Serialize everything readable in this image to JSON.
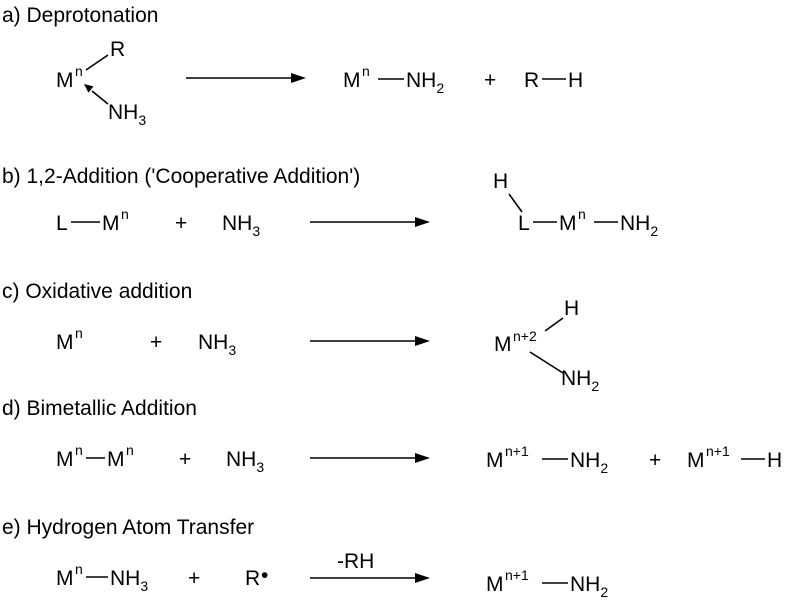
{
  "diagram": {
    "line_color": "#000000",
    "sections": {
      "a": {
        "label": "a) Deprotonation",
        "reactant": {
          "metal": "M",
          "ox": "n",
          "r": "R",
          "nh3": "NH",
          "nh3_sub": "3"
        },
        "product1": {
          "metal": "M",
          "ox": "n",
          "nh2": "NH",
          "nh2_sub": "2"
        },
        "plus": "+",
        "product2": {
          "r": "R",
          "h": "H"
        }
      },
      "b": {
        "label": "b) 1,2-Addition ('Cooperative Addition')",
        "reactant1": {
          "l": "L",
          "metal": "M",
          "ox": "n"
        },
        "plus": "+",
        "reactant2": {
          "nh3": "NH",
          "nh3_sub": "3"
        },
        "product": {
          "h": "H",
          "l": "L",
          "metal": "M",
          "ox": "n",
          "nh2": "NH",
          "nh2_sub": "2"
        }
      },
      "c": {
        "label": "c) Oxidative addition",
        "reactant1": {
          "metal": "M",
          "ox": "n"
        },
        "plus": "+",
        "reactant2": {
          "nh3": "NH",
          "nh3_sub": "3"
        },
        "product": {
          "metal": "M",
          "ox": "n+2",
          "h": "H",
          "nh2": "NH",
          "nh2_sub": "2"
        }
      },
      "d": {
        "label": "d) Bimetallic Addition",
        "reactant1": {
          "metal1": "M",
          "ox1": "n",
          "metal2": "M",
          "ox2": "n"
        },
        "plus": "+",
        "reactant2": {
          "nh3": "NH",
          "nh3_sub": "3"
        },
        "product1": {
          "metal": "M",
          "ox": "n+1",
          "nh2": "NH",
          "nh2_sub": "2"
        },
        "plus2": "+",
        "product2": {
          "metal": "M",
          "ox": "n+1",
          "h": "H"
        }
      },
      "e": {
        "label": "e) Hydrogen Atom Transfer",
        "reactant1": {
          "metal": "M",
          "ox": "n",
          "nh3": "NH",
          "nh3_sub": "3"
        },
        "plus": "+",
        "reactant2": {
          "r": "R",
          "radical": "•"
        },
        "arrow_label": "-RH",
        "product": {
          "metal": "M",
          "ox": "n+1",
          "nh2": "NH",
          "nh2_sub": "2"
        }
      }
    }
  }
}
